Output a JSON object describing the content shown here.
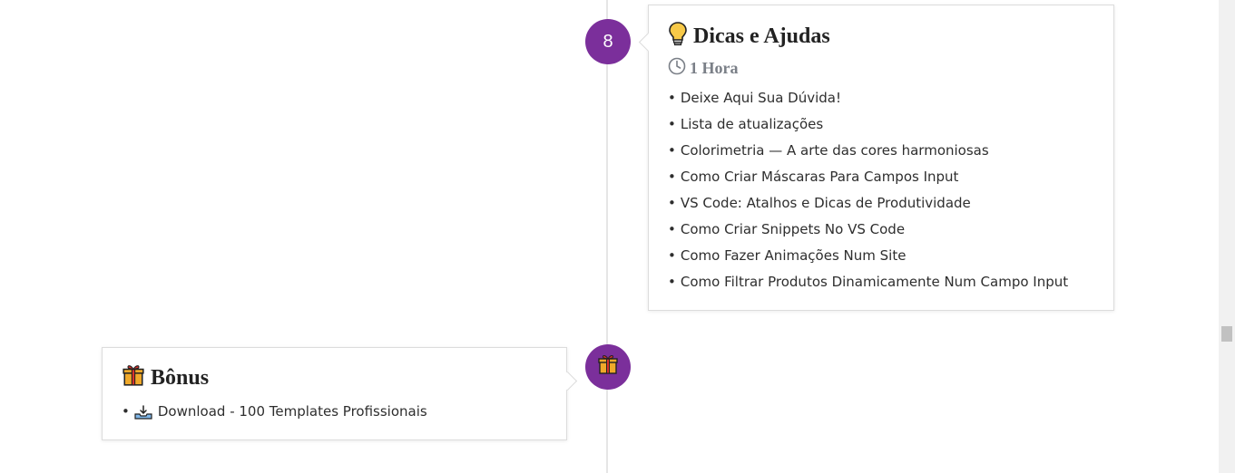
{
  "timeline": {
    "step8": {
      "marker_label": "8",
      "marker_color": "#7b2f9b",
      "title": "Dicas e Ajudas",
      "title_icon": "lightbulb-icon",
      "duration": "1 Hora",
      "duration_icon": "clock-icon",
      "items": [
        "Deixe Aqui Sua Dúvida!",
        "Lista de atualizações",
        "Colorimetria — A arte das cores harmoniosas",
        "Como Criar Máscaras Para Campos Input",
        "VS Code: Atalhos e Dicas de Produtividade",
        "Como Criar Snippets No VS Code",
        "Como Fazer Animações Num Site",
        "Como Filtrar Produtos Dinamicamente Num Campo Input"
      ]
    },
    "bonus": {
      "marker_icon": "gift-icon",
      "marker_color": "#7b2f9b",
      "title": "Bônus",
      "title_icon": "gift-icon",
      "items": [
        {
          "icon": "download-tray-icon",
          "label": "Download - 100 Templates Profissionais"
        }
      ]
    }
  },
  "bullet_char": "•"
}
